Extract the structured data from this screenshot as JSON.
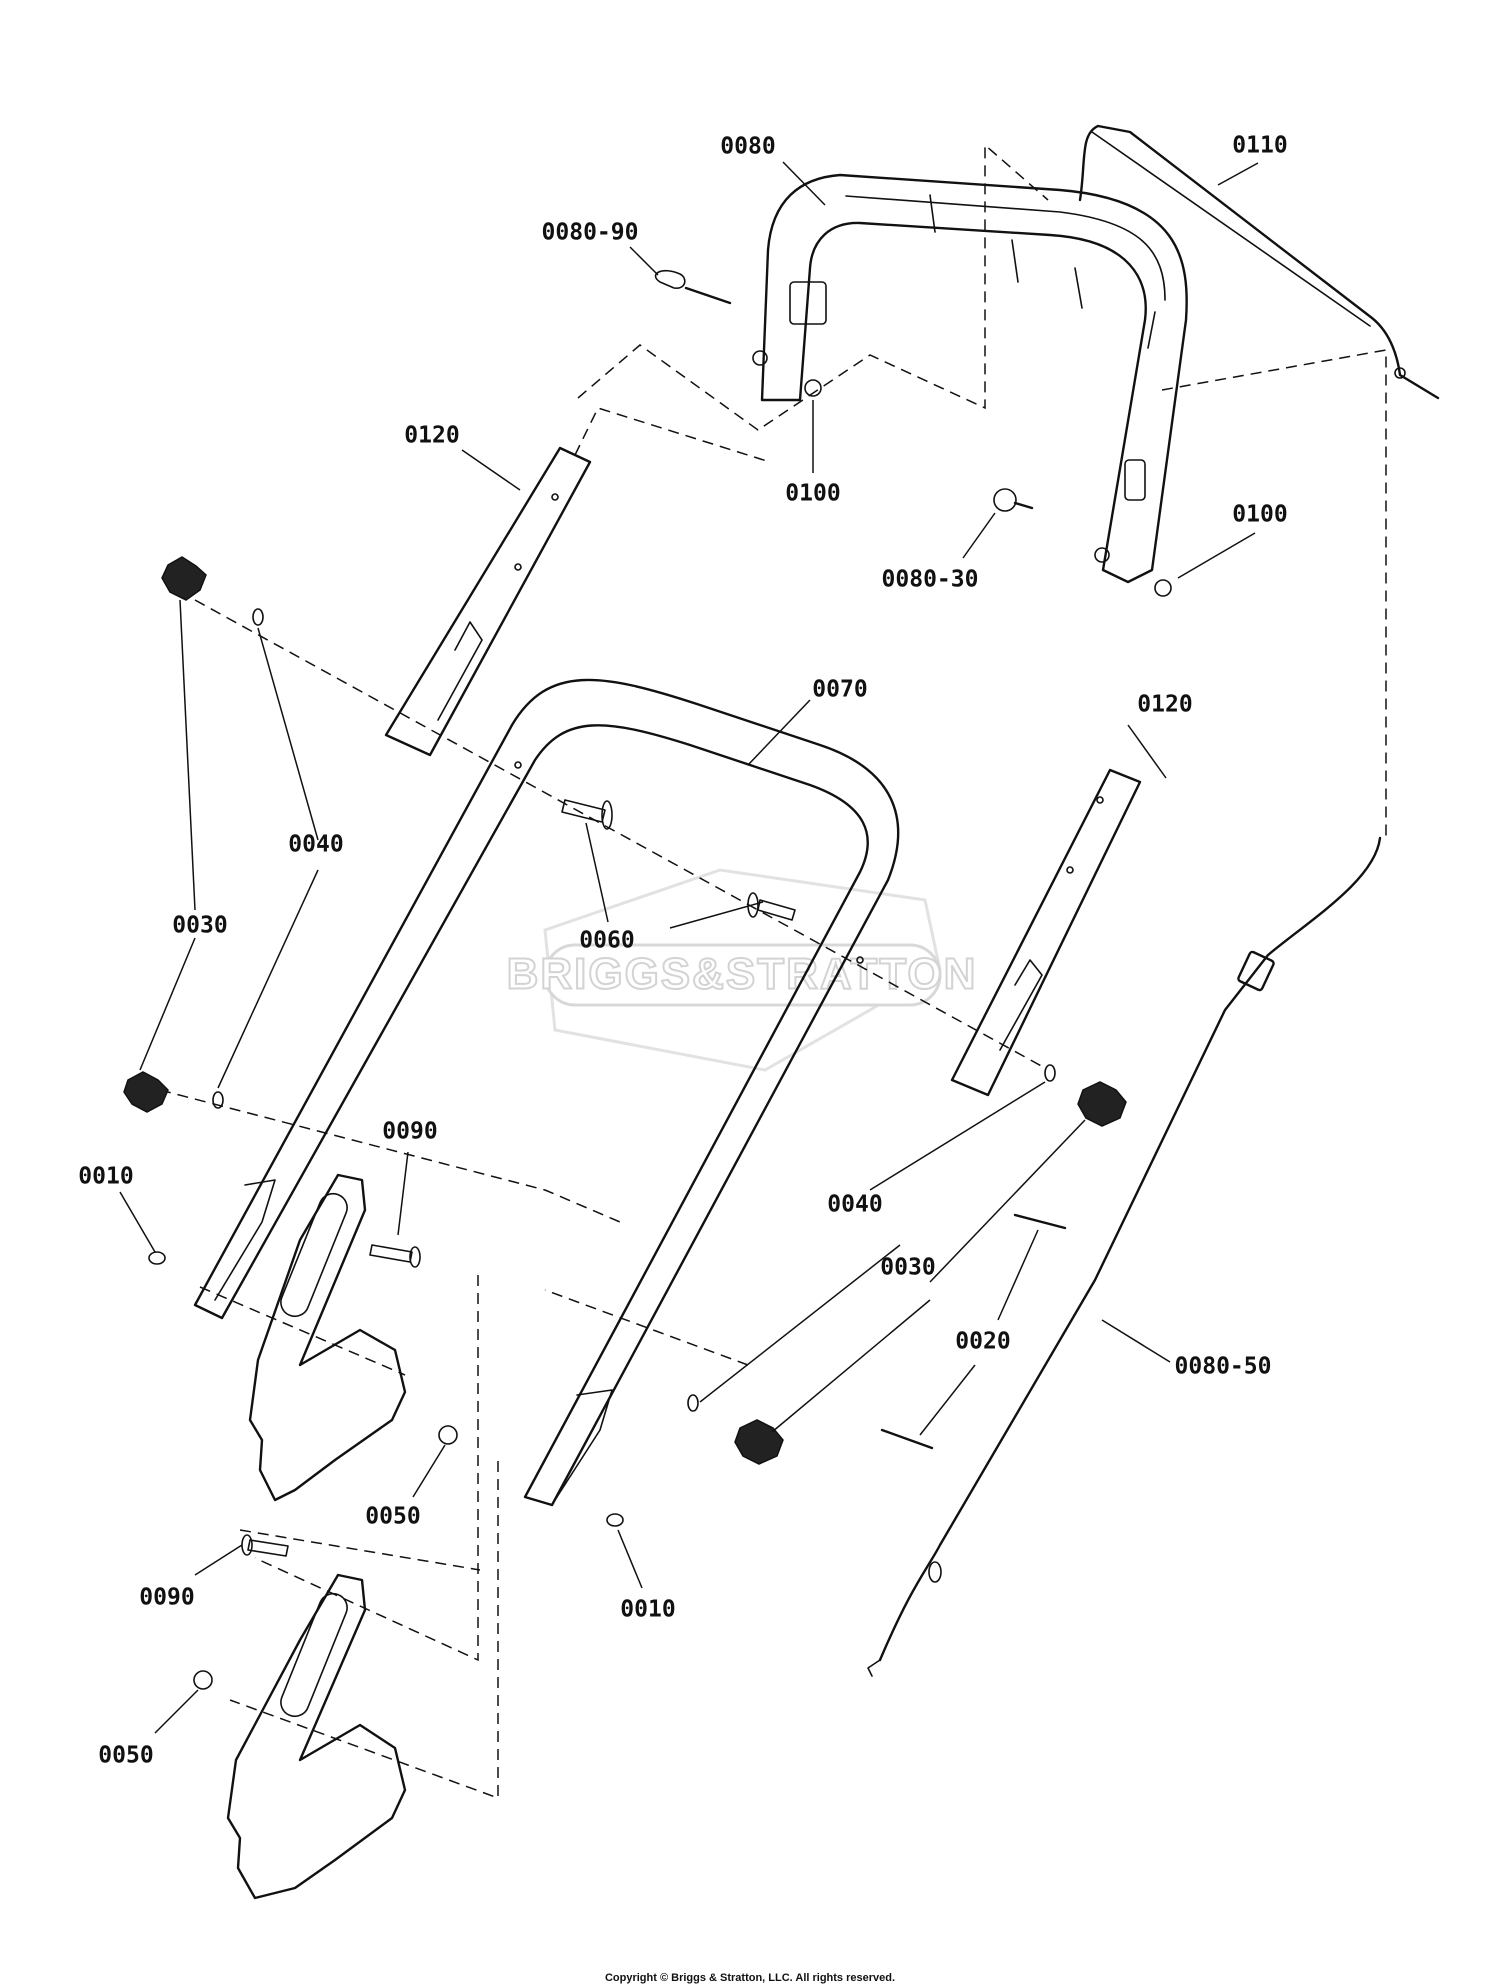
{
  "watermark": {
    "text": "BRIGGS&STRATTON"
  },
  "copyright": "Copyright © Briggs & Stratton, LLC. All rights reserved.",
  "callouts": [
    "0080",
    "0110",
    "0080-90",
    "0120",
    "0100",
    "0100",
    "0080-30",
    "0070",
    "0120",
    "0040",
    "0030",
    "0060",
    "0030",
    "0010",
    "0090",
    "0040",
    "0030",
    "0020",
    "0080-50",
    "0050",
    "0090",
    "0010",
    "0050"
  ]
}
